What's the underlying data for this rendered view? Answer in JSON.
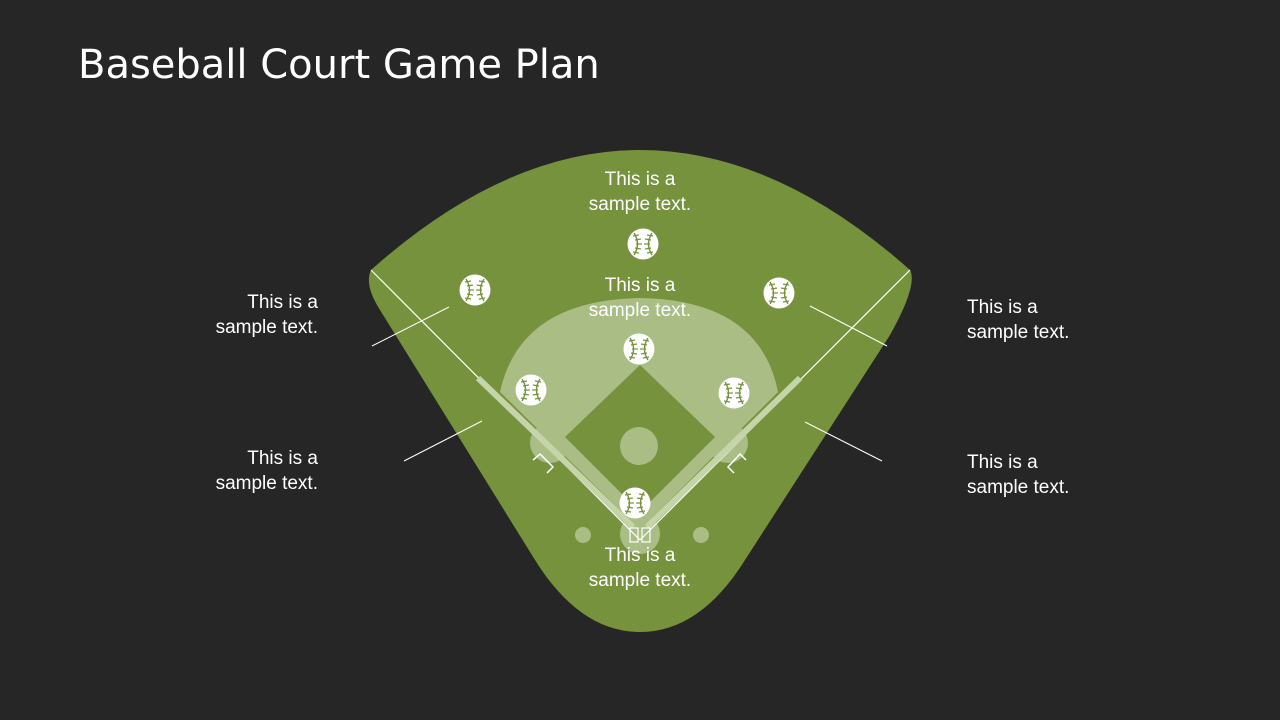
{
  "slide": {
    "title": "Baseball Court Game Plan"
  },
  "colors": {
    "background": "#262626",
    "field": "#76923c",
    "infield_dirt": "#a9bd85",
    "line": "#ffffff"
  },
  "labels": {
    "top": "This is a\nsample text.",
    "center": "This is a\nsample text.",
    "home": "This is a\nsample text.",
    "left_upper": "This is a\nsample text.",
    "left_lower": "This is a\nsample text.",
    "right_upper": "This is a\nsample text.",
    "right_lower": "This is a\nsample text."
  },
  "icons": {
    "ball": "baseball-icon"
  }
}
